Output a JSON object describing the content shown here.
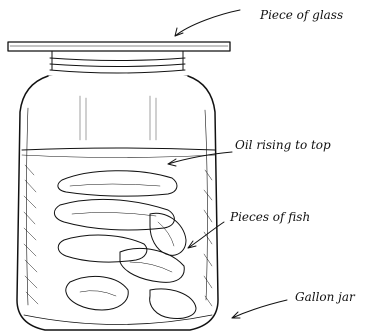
{
  "labels": {
    "glass": "Piece of glass",
    "oil": "Oil rising to top",
    "fish": "Pieces of fish",
    "jar": "Gallon jar"
  },
  "colors": {
    "ink": "#111111",
    "paper": "#ffffff"
  }
}
